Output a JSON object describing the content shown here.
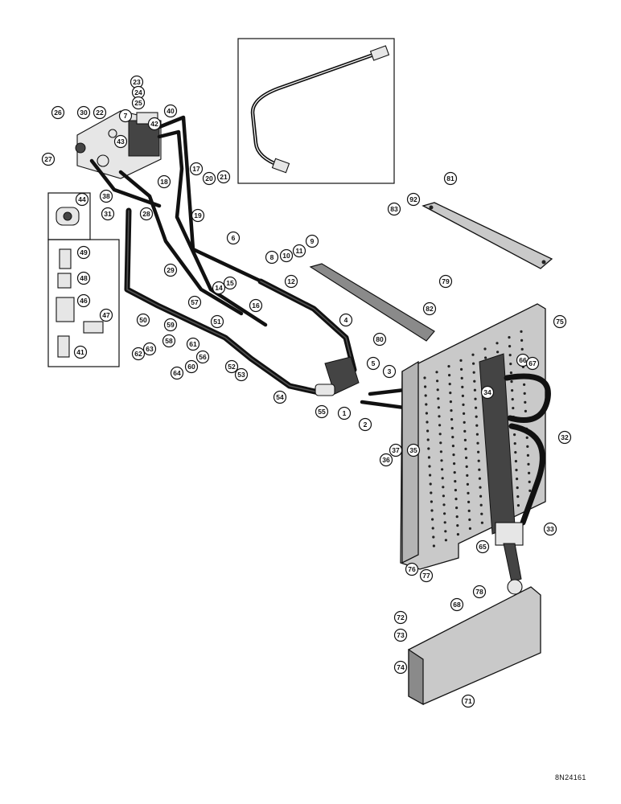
{
  "drawing_number": "8N24161",
  "callouts": [
    "1",
    "2",
    "3",
    "4",
    "5",
    "6",
    "7",
    "8",
    "9",
    "10",
    "11",
    "12",
    "14",
    "15",
    "16",
    "17",
    "18",
    "19",
    "20",
    "21",
    "22",
    "23",
    "24",
    "25",
    "26",
    "27",
    "28",
    "29",
    "30",
    "31",
    "32",
    "33",
    "34",
    "35",
    "36",
    "37",
    "38",
    "40",
    "41",
    "42",
    "43",
    "44",
    "46",
    "47",
    "48",
    "49",
    "50",
    "51",
    "52",
    "53",
    "54",
    "55",
    "56",
    "57",
    "58",
    "59",
    "60",
    "61",
    "62",
    "63",
    "64",
    "65",
    "66",
    "67",
    "68",
    "71",
    "72",
    "73",
    "74",
    "75",
    "76",
    "77",
    "78",
    "79",
    "80",
    "81",
    "82",
    "83",
    "92"
  ]
}
